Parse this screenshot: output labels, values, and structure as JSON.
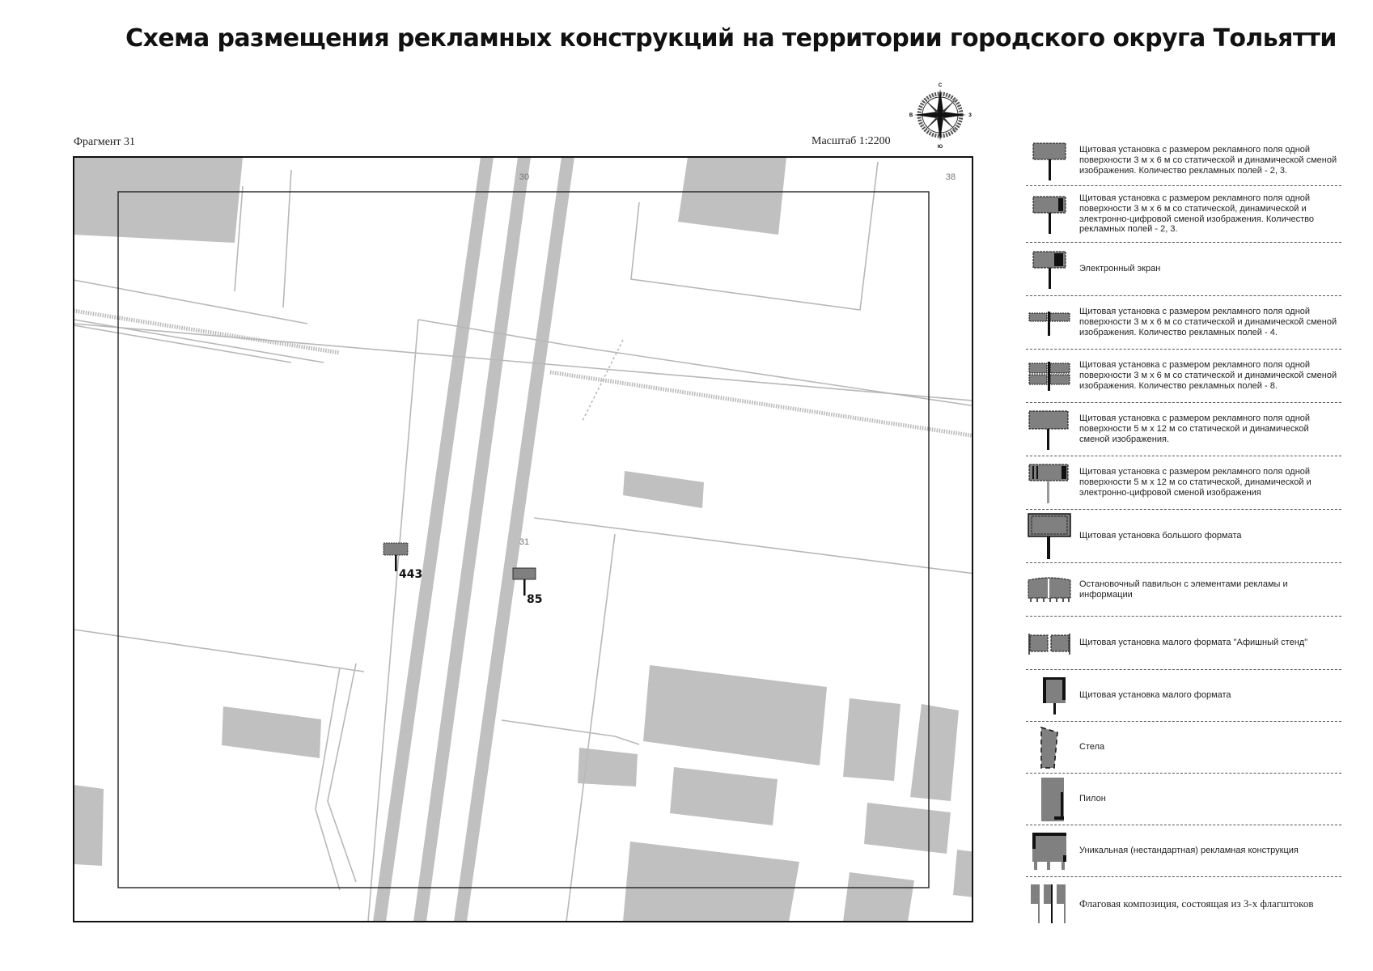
{
  "header": {
    "title": "Схема размещения рекламных конструкций на территории городского округа Тольятти",
    "fragment": "Фрагмент 31",
    "scale": "Масштаб 1:2200"
  },
  "compass": {
    "north": "С",
    "south": "Ю",
    "west": "В",
    "east": "З"
  },
  "map": {
    "grid_labels": {
      "top_center": "30",
      "top_right": "38",
      "inner_center": "31"
    },
    "signs": [
      {
        "id": "443",
        "type": "billboard-3x6-static-dynamic"
      },
      {
        "id": "85",
        "type": "billboard-3x6-static-dynamic"
      }
    ],
    "colors": {
      "building": "#c0c0c0",
      "road": "#c0c0c0",
      "line": "#b8b8b8",
      "sign": "#808080",
      "frame": "#111111"
    }
  },
  "legend": {
    "items": [
      {
        "icon": "billboard-3x6-icon",
        "text": "Щитовая установка с размером рекламного поля одной поверхности 3 м х 6 м со статической и динамической сменой изображения. Количество рекламных полей - 2, 3."
      },
      {
        "icon": "billboard-3x6-digital-icon",
        "text": "Щитовая установка с размером рекламного поля одной поверхности 3 м х 6 м со статической, динамической и электронно-цифровой сменой изображения. Количество рекламных полей - 2, 3."
      },
      {
        "icon": "electronic-screen-icon",
        "text": "Электронный экран"
      },
      {
        "icon": "billboard-4-fields-icon",
        "text": "Щитовая установка с размером рекламного поля одной поверхности 3 м х 6 м со статической и динамической сменой изображения. Количество рекламных полей - 4."
      },
      {
        "icon": "billboard-8-fields-icon",
        "text": "Щитовая установка с размером рекламного поля одной поверхности 3 м х 6 м со статической и динамической сменой изображения. Количество рекламных полей - 8."
      },
      {
        "icon": "billboard-5x12-icon",
        "text": "Щитовая установка с размером рекламного поля одной поверхности 5 м х 12 м со статической и динамической сменой изображения."
      },
      {
        "icon": "billboard-5x12-digital-icon",
        "text": "Щитовая установка с размером рекламного поля одной поверхности 5 м х 12 м со статической, динамической и электронно-цифровой сменой изображения"
      },
      {
        "icon": "large-format-billboard-icon",
        "text": "Щитовая установка большого формата"
      },
      {
        "icon": "bus-stop-pavilion-icon",
        "text": "Остановочный павильон с элементами рекламы и информации"
      },
      {
        "icon": "poster-stand-icon",
        "text": "Щитовая установка малого формата \"Афишный стенд\""
      },
      {
        "icon": "small-format-billboard-icon",
        "text": "Щитовая установка малого формата"
      },
      {
        "icon": "stele-icon",
        "text": "Стела"
      },
      {
        "icon": "pylon-icon",
        "text": "Пилон"
      },
      {
        "icon": "unique-construction-icon",
        "text": "Уникальная (нестандартная) рекламная конструкция"
      },
      {
        "icon": "flag-composition-icon",
        "text": "Флаговая композиция, состоящая из 3-х флагштоков"
      }
    ]
  }
}
